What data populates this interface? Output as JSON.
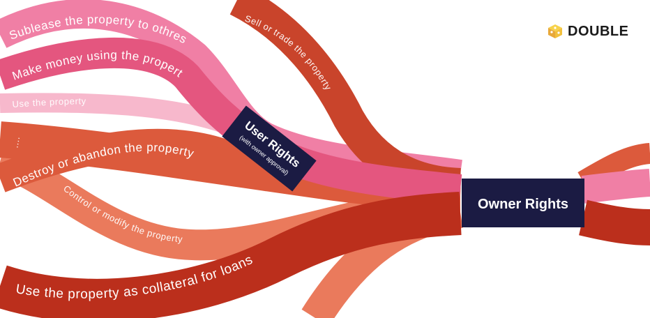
{
  "brand": {
    "name": "DOUBLE",
    "icon": "cube-icon"
  },
  "owner_box": {
    "title": "Owner Rights"
  },
  "user_box": {
    "title": "User Rights",
    "subtitle": "(with owner approval)"
  },
  "ribbons": {
    "sublease": "Sublease the property to othres",
    "make_money": "Make money using the property",
    "use": "Use the property",
    "sell": "Sell or trade the property",
    "ellipsis": "....",
    "destroy": "Destroy or abandon the property",
    "control": "Control or modify the property",
    "collateral": "Use the property as collateral for loans"
  },
  "colors": {
    "pink": "#f07fa5",
    "magenta": "#e4567f",
    "light_pink": "#f7b8cc",
    "orange_red": "#dc5a3c",
    "salmon": "#ea7a5c",
    "dark_red": "#bb2f1c",
    "navy": "#1b1b43"
  }
}
